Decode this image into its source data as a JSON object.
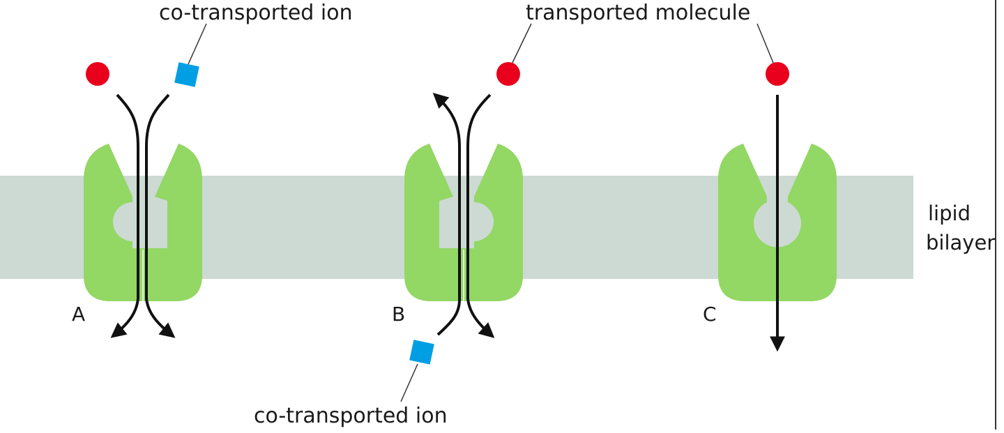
{
  "labels": {
    "top_left": "co-transported ion",
    "top_right": "transported molecule",
    "bottom": "co-transported ion",
    "membrane_line1": "lipid",
    "membrane_line2": "bilayer"
  },
  "panels": [
    {
      "letter": "A"
    },
    {
      "letter": "B"
    },
    {
      "letter": "C"
    }
  ],
  "colors": {
    "membrane": "#ccdad3",
    "protein": "#93d764",
    "molecule": "#e8001c",
    "ion": "#009fe3",
    "arrow": "#111111",
    "frame": "#333333"
  },
  "icons": {
    "molecule": "red-circle",
    "ion": "blue-square",
    "arrow": "black-arrow"
  }
}
